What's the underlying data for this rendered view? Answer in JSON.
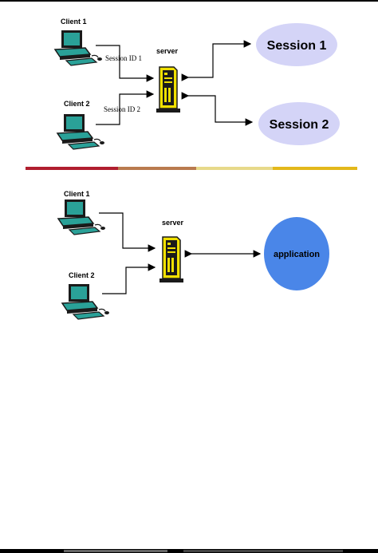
{
  "top_diagram": {
    "client1_label": "Client 1",
    "client2_label": "Client 2",
    "server_label": "server",
    "session_id1": "Session ID 1",
    "session_id2": "Session ID 2",
    "session1": "Session 1",
    "session2": "Session 2"
  },
  "divider": {
    "colors": [
      "#b01e2e",
      "#b97a4e",
      "#e7d98a",
      "#e3b81a"
    ]
  },
  "bottom_diagram": {
    "client1_label": "Client 1",
    "client2_label": "Client 2",
    "server_label": "server",
    "application": "application"
  },
  "colors": {
    "session_ellipse": "#d4d4f7",
    "application_ellipse": "#4a86e8",
    "computer": "#2aa198",
    "server": "#f0e000"
  }
}
